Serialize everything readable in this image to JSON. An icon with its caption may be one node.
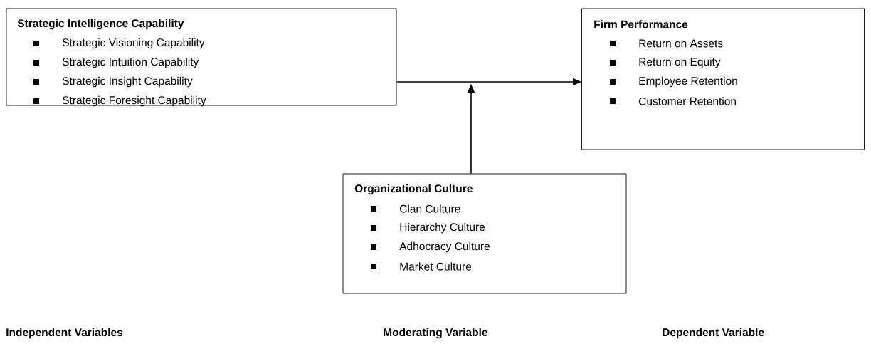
{
  "diagram": {
    "nodes": [
      {
        "text": [
          "Strategic Intelligence Capability",
          "Strategic Visioning Capability",
          "Strategic Intuition Capability",
          "Strategic Insight Capability",
          "Strategic Foresight Capability"
        ]
      },
      {
        "text": [
          "Firm Performance",
          "Return on Assets",
          "Return on Equity",
          "Employee Retention",
          "Customer Retention"
        ]
      },
      {
        "text": [
          "Organizational Culture",
          "Clan Culture",
          "Hierarchy Culture",
          "Adhocracy Culture",
          "Market Culture"
        ]
      }
    ],
    "edges": [
      {
        "from": 0,
        "to": 1,
        "arrow": "to"
      },
      {
        "from": 2,
        "to": null,
        "arrow": "to"
      }
    ],
    "labels": [
      "Independent Variables",
      "Moderating Variable",
      "Dependent Variable"
    ]
  }
}
